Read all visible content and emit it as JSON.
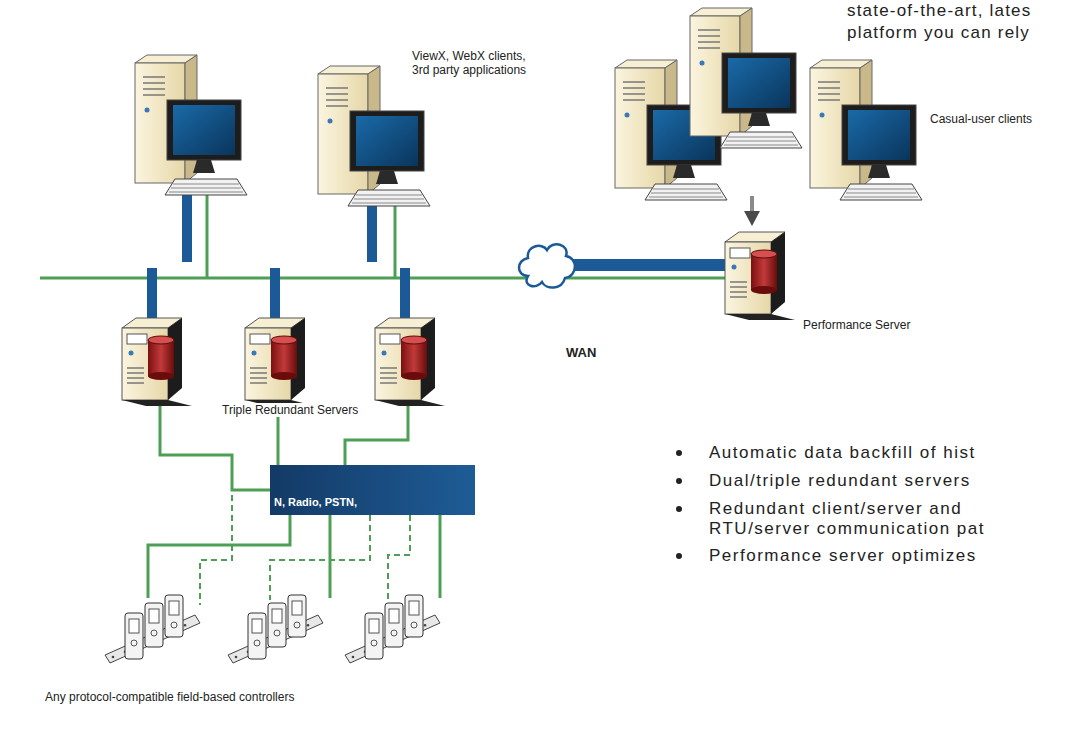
{
  "diagram": {
    "nodes": [
      {
        "text": [
          "N, Radio, PSTN,"
        ]
      }
    ],
    "labels": [
      "state-of-the-art, lates",
      "platform you can rely",
      "ViewX, WebX clients, 3rd party applications",
      "Casual-user clients",
      "Performance Server",
      "WAN",
      "Triple Redundant Servers",
      "Automatic data backfill of hist",
      "Dual/triple redundant servers",
      "Redundant client/server and RTU/server communication pat",
      "Performance server optimizes",
      "Any protocol-compatible field-based controllers"
    ]
  }
}
